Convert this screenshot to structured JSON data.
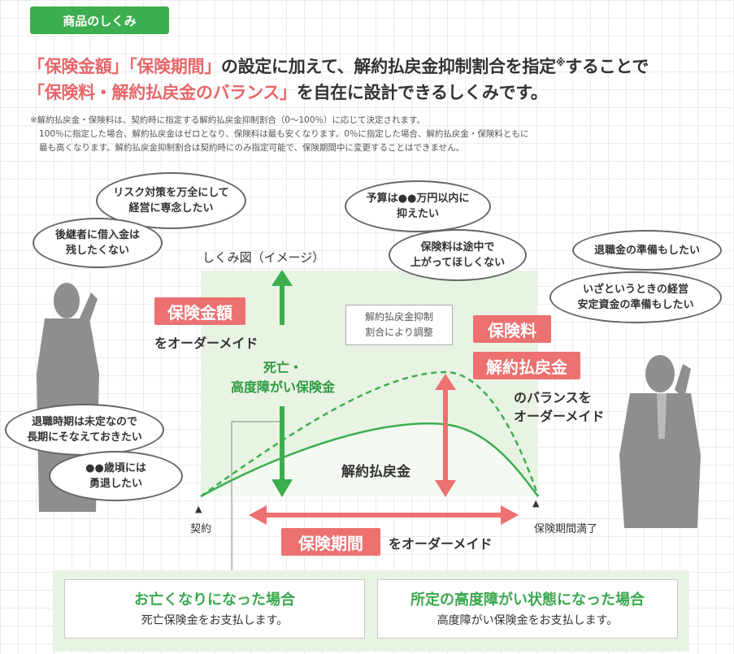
{
  "section_tag": "商品のしくみ",
  "headline": {
    "line1": {
      "hl": "「保険金額」「保険期間」",
      "rest": "の設定に加えて、解約払戻金抑制割合を指定",
      "mark": "※",
      "tail": "することで"
    },
    "line2": {
      "hl": "「保険料・解約払戻金のバランス」",
      "rest": "を自在に設計できるしくみです。"
    }
  },
  "note": [
    "※解約払戻金・保険料は、契約時に指定する解約払戻金抑制割合（0～100％）に応じて決定されます。",
    "100％に指定した場合、解約払戻金はゼロとなり、保険料は最も安くなります。0％に指定した場合、解約払戻金・保険料ともに",
    "最も高くなります。解約払戻金抑制割合は契約時にのみ指定可能で、保険期間中に変更することはできません。"
  ],
  "bubbles": {
    "risk": "リスク対策を万全にして\n経営に専念したい",
    "successor": "後継者に借入金は\n残したくない",
    "budget": "予算は●●万円以内に\n抑えたい",
    "premium_stable": "保険料は途中で\n上がってほしくない",
    "retirement_prep": "退職金の準備もしたい",
    "emergency": "いざというときの経営\n安定資金の準備もしたい",
    "retire_timing": "退職時期は未定なので\n長期にそなえておきたい",
    "retire_age": "●●歳頃には\n勇退したい"
  },
  "diagram": {
    "title": "しくみ図（イメージ）",
    "sum_insured_label": "保険金額",
    "sum_insured_sub": "をオーダーメイド",
    "death_benefit": "死亡・\n高度障がい保険金",
    "caption": "解約払戻金抑制\n割合により調整",
    "premium_label": "保険料",
    "surrender_label": "解約払戻金",
    "balance_sub": "のバランスを\nオーダーメイド",
    "surrender_curve": "解約払戻金",
    "start": "契約",
    "end": "保険期間満了",
    "period_label": "保険期間",
    "period_sub": "をオーダーメイド",
    "start_marker": "▲",
    "end_marker": "▲"
  },
  "benefits": [
    {
      "title": "お亡くなりになった場合",
      "sub": "死亡保険金をお支払します。"
    },
    {
      "title": "所定の高度障がい状態になった場合",
      "sub": "高度障がい保険金をお支払します。"
    }
  ],
  "colors": {
    "green": "#3cae4f",
    "red": "#ec7170",
    "panel": "#e8f3e4",
    "person": "#8e8e8e"
  }
}
